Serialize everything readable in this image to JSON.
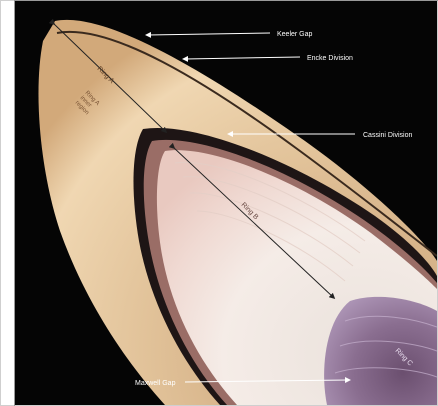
{
  "image": {
    "subject": "rings-diagram",
    "labels": {
      "keeler_gap": "Keeler Gap",
      "encke_division": "Encke Division",
      "cassini_division": "Cassini Division",
      "ring_a": "Ring A",
      "ring_b": "Ring B",
      "ring_c": "Ring C",
      "maxwell_gap": "Maxwell Gap",
      "ring_a_inner_note": "Ring A\ninner\nregion"
    },
    "colors": {
      "space": "#050505",
      "ring_a": "#d8b48a",
      "ring_a_light": "#efd2aa",
      "cassini": "#1e1515",
      "ring_b": "#f1e7df",
      "ring_c": "#8f7395",
      "labels": "#ffffff"
    }
  }
}
